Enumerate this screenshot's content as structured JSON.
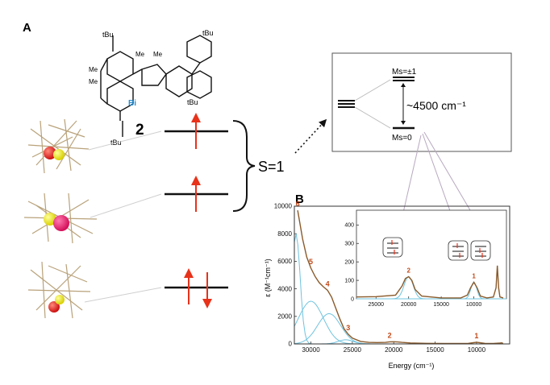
{
  "panels": {
    "a": "A",
    "b": "B"
  },
  "molecule": {
    "compound_number": "2",
    "atoms": {
      "tbu_top_left": "tBu",
      "tbu_top_right": "tBu",
      "tbu_right": "tBu",
      "tbu_bottom": "tBu",
      "me1": "Me",
      "me2": "Me",
      "me3": "Me",
      "me4": "Me",
      "bi": "Bi"
    }
  },
  "levels": {
    "spin_label": "S=1"
  },
  "zfs": {
    "upper_label": "Ms=±1",
    "lower_label": "Ms=0",
    "gap_label": "~4500 cm⁻¹"
  },
  "colors": {
    "arrow": "#e8321a",
    "bi": "#2a8fd0",
    "spectrum": "#8a5a2a",
    "gauss": "#6fc3df",
    "peak_label": "#c24a1a"
  },
  "chart_data": {
    "type": "line",
    "xlabel": "Energy (cm⁻¹)",
    "ylabel": "ε (M⁻¹cm⁻¹)",
    "xlim": [
      32000,
      6000
    ],
    "ylim": [
      0,
      10000
    ],
    "x_ticks": [
      30000,
      25000,
      20000,
      15000,
      10000
    ],
    "y_ticks": [
      0,
      2000,
      4000,
      6000,
      8000,
      10000
    ],
    "series": [
      {
        "x": [
          31600,
          31000,
          30500,
          30000,
          29500,
          29000,
          28500,
          28000,
          27500,
          27000,
          26500,
          26000,
          25500,
          25000,
          24000,
          23000,
          22000,
          21000,
          20500,
          20000,
          19500,
          19000,
          18000,
          16000,
          14000,
          12000,
          11000,
          10400,
          10000,
          9600,
          9000,
          8000,
          7200,
          7000,
          6800
        ],
        "y": [
          9700,
          7600,
          6300,
          5500,
          4900,
          4450,
          4150,
          3900,
          3400,
          2600,
          1800,
          1100,
          700,
          420,
          180,
          110,
          100,
          110,
          150,
          160,
          140,
          110,
          70,
          40,
          30,
          30,
          40,
          90,
          120,
          90,
          40,
          30,
          60,
          80,
          40
        ]
      }
    ],
    "peaks": [
      {
        "label": "1",
        "x": 10000,
        "y": 120
      },
      {
        "label": "2",
        "x": 20500,
        "y": 150
      },
      {
        "label": "3",
        "x": 25500,
        "y": 700
      },
      {
        "label": "4",
        "x": 28000,
        "y": 3900
      },
      {
        "label": "5",
        "x": 30000,
        "y": 5500
      },
      {
        "label": "6",
        "x": 31600,
        "y": 9700
      }
    ],
    "gaussians": [
      {
        "center": 30000,
        "height": 3100,
        "width": 1500
      },
      {
        "center": 27800,
        "height": 2200,
        "width": 1400
      },
      {
        "center": 25800,
        "height": 300,
        "width": 900
      },
      {
        "center": 31800,
        "height": 8000,
        "width": 500
      }
    ],
    "inset": {
      "xlim": [
        28000,
        5000
      ],
      "ylim": [
        0,
        480
      ],
      "x_ticks": [
        25000,
        20000,
        15000,
        10000
      ],
      "y_ticks": [
        0,
        100,
        200,
        300,
        400
      ],
      "x": [
        28000,
        25000,
        22000,
        21000,
        20500,
        20000,
        19500,
        19000,
        18000,
        15000,
        12000,
        11000,
        10500,
        10000,
        9500,
        9000,
        8000,
        7000,
        6600,
        6400,
        6200,
        6000,
        5500
      ],
      "y": [
        10,
        12,
        20,
        70,
        110,
        120,
        100,
        50,
        15,
        5,
        5,
        20,
        60,
        90,
        60,
        15,
        5,
        10,
        60,
        180,
        60,
        10,
        5
      ],
      "peaks": [
        {
          "label": "1",
          "x": 10000,
          "y": 90
        },
        {
          "label": "2",
          "x": 20000,
          "y": 120
        }
      ],
      "gaussians": [
        {
          "center": 20000,
          "height": 120,
          "width": 700
        },
        {
          "center": 10000,
          "height": 90,
          "width": 450
        }
      ]
    }
  }
}
